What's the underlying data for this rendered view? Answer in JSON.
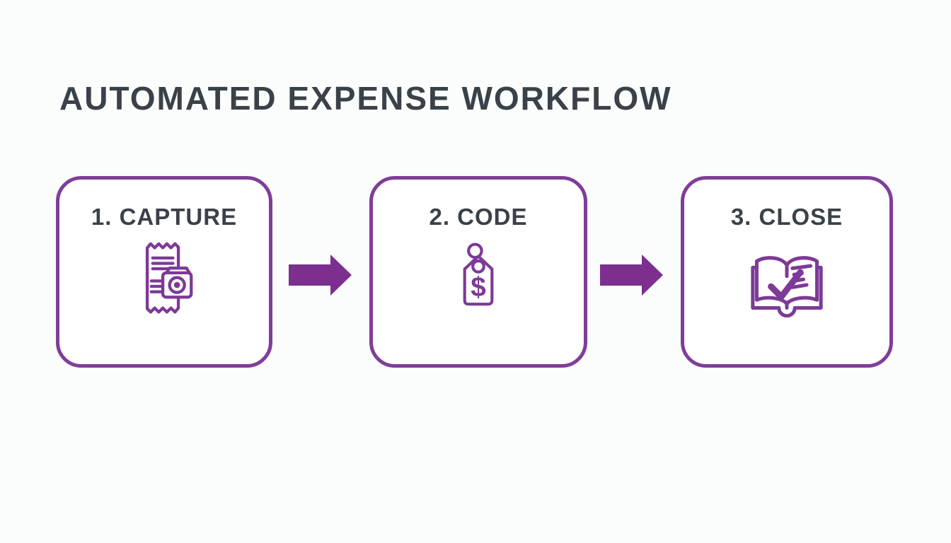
{
  "page": {
    "title": "AUTOMATED EXPENSE WORKFLOW"
  },
  "colors": {
    "page_bg": "#FBFCFC",
    "box_bg": "#FFFFFF",
    "purple_border": "#803D99",
    "purple_arrow": "#7C2F8F",
    "icon_stroke": "#7D3A96",
    "text_dark": "#3B4149"
  },
  "steps": [
    {
      "label": "1. CAPTURE",
      "icon": "receipt-camera-icon"
    },
    {
      "label": "2. CODE",
      "icon": "price-tag-dollar-icon",
      "tag_symbol": "$"
    },
    {
      "label": "3. CLOSE",
      "icon": "open-book-check-icon"
    }
  ]
}
